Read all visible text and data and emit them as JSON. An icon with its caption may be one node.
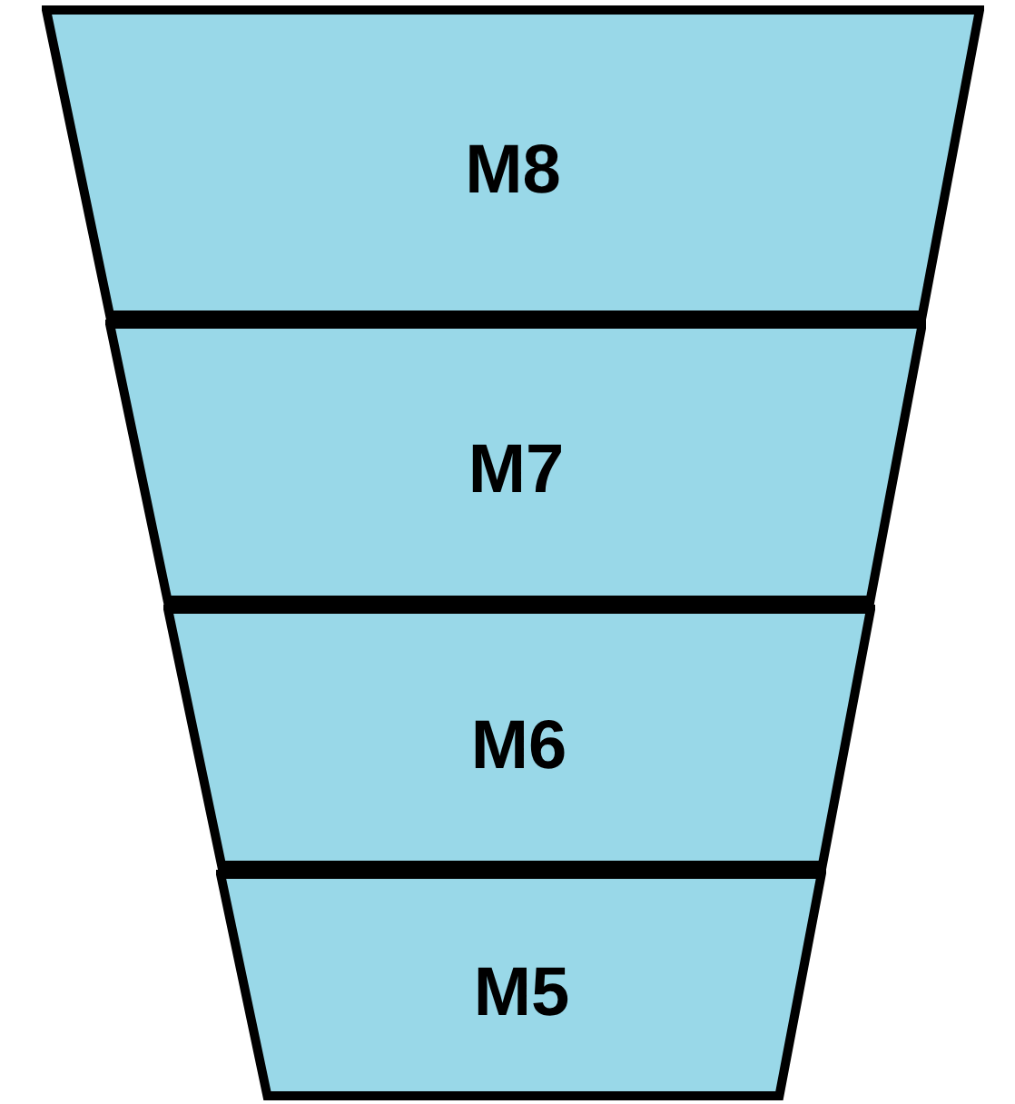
{
  "diagram": {
    "nodes": [
      {
        "text": [
          "M8"
        ]
      },
      {
        "text": [
          "M7"
        ]
      },
      {
        "text": [
          "M6"
        ]
      },
      {
        "text": [
          "M5"
        ]
      }
    ]
  }
}
